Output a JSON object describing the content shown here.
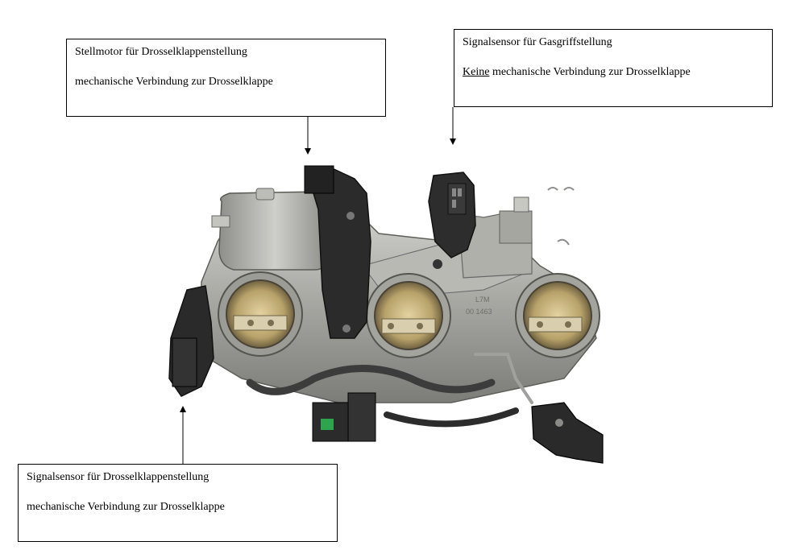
{
  "callouts": {
    "throttle_motor": {
      "title": "Stellmotor für Drosselklappenstellung",
      "note": "mechanische Verbindung zur Drosselklappe"
    },
    "grip_sensor": {
      "title": "Signalsensor für Gasgriffstellung",
      "note_emphasis": "Keine",
      "note_rest": " mechanische Verbindung zur Drosselklappe"
    },
    "throttle_sensor": {
      "title": "Signalsensor für Drosselklappenstellung",
      "note": "mechanische Verbindung zur Drosselklappe"
    }
  },
  "photo": {
    "part_marking_1": "L7M",
    "part_marking_2": "00 1463"
  }
}
